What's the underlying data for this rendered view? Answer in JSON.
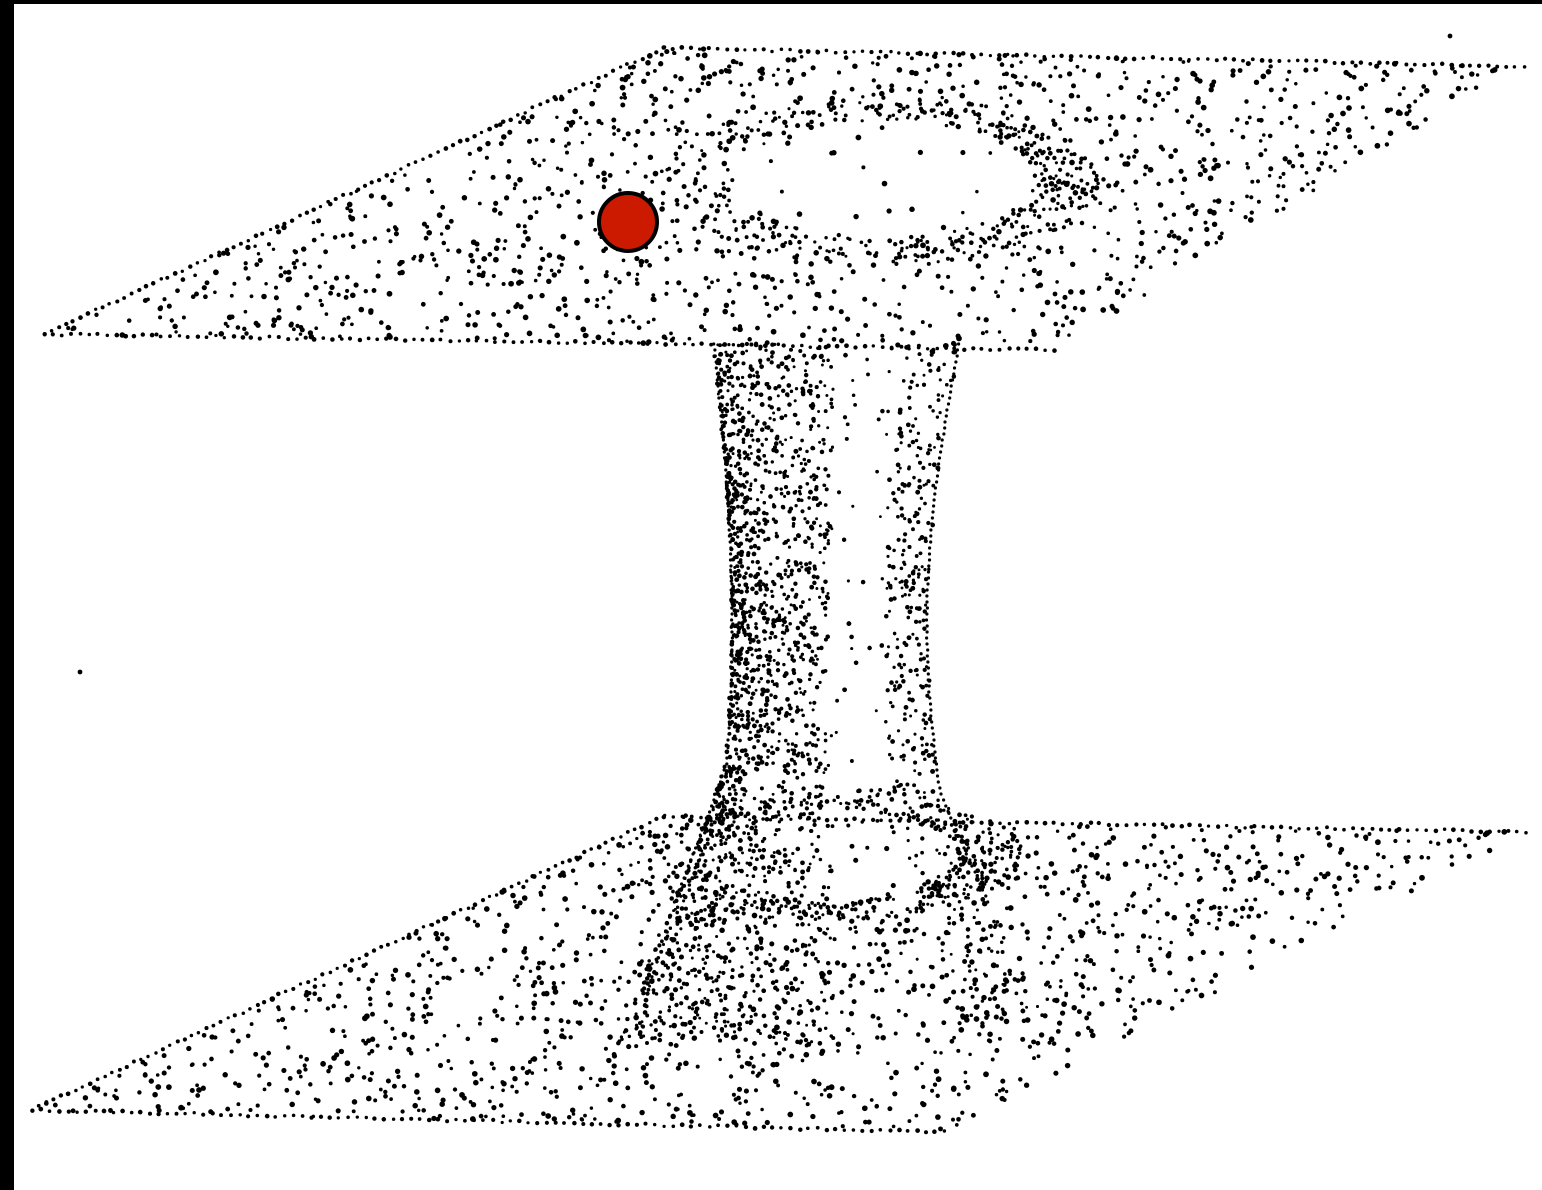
{
  "figure": {
    "background_color": "#ffffff",
    "frame_color": "#000000",
    "dot_color": "#000000",
    "marker": {
      "fill_color": "#cc1a00",
      "stroke_color": "#000000"
    },
    "surfaces": [
      {
        "name": "top-sheet",
        "kind": "plane"
      },
      {
        "name": "bottom-sheet",
        "kind": "plane"
      },
      {
        "name": "connecting-tube",
        "kind": "throat"
      }
    ]
  }
}
